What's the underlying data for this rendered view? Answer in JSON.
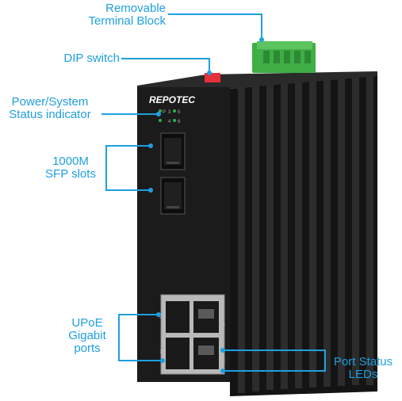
{
  "device": {
    "brand": "REPOTEC",
    "led_labels": [
      "P",
      "3",
      "5",
      "4",
      "6"
    ],
    "port_numbers": [
      "3",
      "4",
      "1",
      "2"
    ]
  },
  "callouts": {
    "terminal_block": "Removable\nTerminal Block",
    "dip_switch": "DIP switch",
    "power_status": "Power/System\nStatus indicator",
    "sfp_slots": "1000M\nSFP slots",
    "upoe_ports": "UPoE\nGigabit\nports",
    "port_status_leds": "Port Status\nLEDs"
  },
  "colors": {
    "callout": "#1f9fe0",
    "terminal_block": "#3fae45",
    "body": "#1b1b1b",
    "dip_switch": "#e5323a",
    "led": "#2bb24c"
  }
}
